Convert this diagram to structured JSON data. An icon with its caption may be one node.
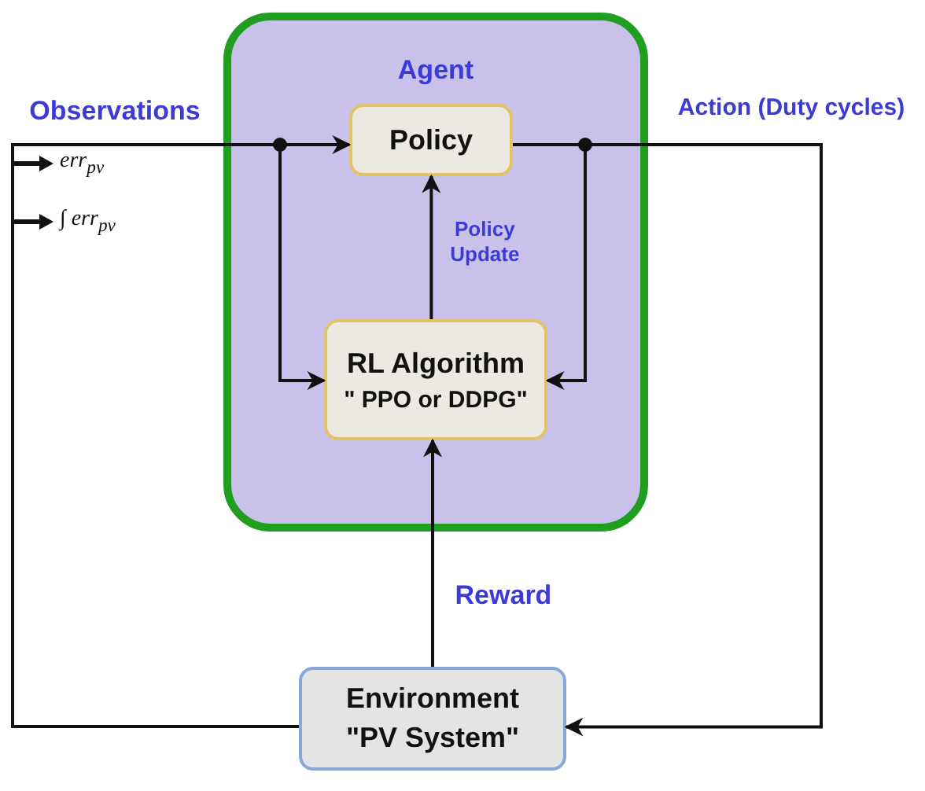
{
  "diagram": {
    "nodes": [
      {
        "text": [
          "Agent"
        ]
      },
      {
        "text": [
          "Policy"
        ],
        "in": 0
      },
      {
        "text": [
          "RL Algorithm",
          "\" PPO or DDPG\""
        ],
        "in": 0
      },
      {
        "text": [
          "Environment",
          "\"PV System\""
        ]
      }
    ],
    "edges": [
      {
        "from": 3,
        "to": 1,
        "arrow": "to",
        "label": "Observations"
      },
      {
        "from": 3,
        "to": 2,
        "arrow": "to"
      },
      {
        "from": 1,
        "to": 3,
        "arrow": "to",
        "label": "Action (Duty cycles)"
      },
      {
        "from": 1,
        "to": 2,
        "arrow": "to"
      },
      {
        "from": 2,
        "to": 1,
        "arrow": "to",
        "label": "Policy Update"
      },
      {
        "from": 3,
        "to": 2,
        "arrow": "to",
        "label": "Reward"
      }
    ],
    "labels": [
      "err$_{pv}$",
      "∫ err$_{pv}$"
    ]
  }
}
